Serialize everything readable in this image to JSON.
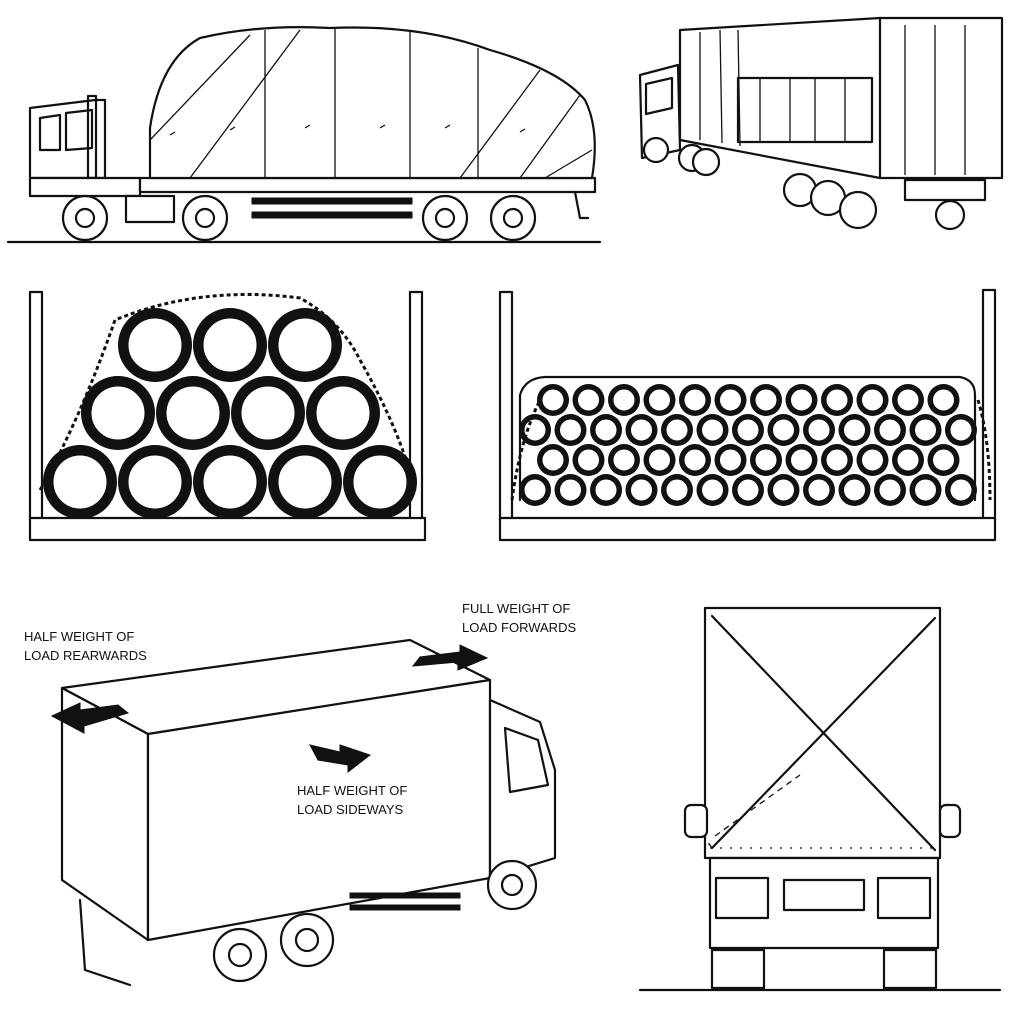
{
  "annotations": {
    "rearwards": [
      "HALF WEIGHT OF",
      "LOAD REARWARDS"
    ],
    "forwards": [
      "FULL WEIGHT OF",
      "LOAD FORWARDS"
    ],
    "sideways": [
      "HALF WEIGHT OF",
      "LOAD SIDEWAYS"
    ]
  },
  "panels": [
    "sheeted-articulated-lorry-side-view",
    "curtain-sided-lorry-perspective",
    "pipe-load-chained-large-pipes",
    "pipe-load-chained-small-pipes",
    "box-van-load-restraint-forces",
    "rear-view-lorry-with-cross-strapping"
  ]
}
